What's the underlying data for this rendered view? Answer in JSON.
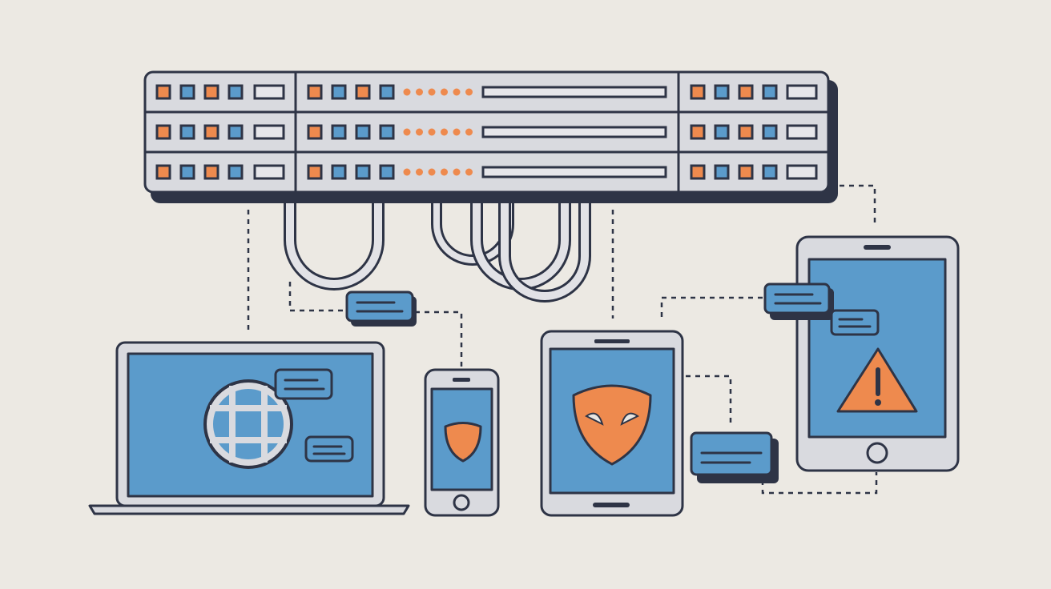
{
  "colors": {
    "background": "#ECE9E3",
    "outline": "#2E3446",
    "panel": "#D9DADF",
    "accent_orange": "#EE8A4E",
    "accent_blue": "#5B9BCB"
  },
  "server_rack": {
    "rows": [
      {
        "left_leds": [
          "orange",
          "blue",
          "orange",
          "blue"
        ],
        "middle_leds": [
          "orange",
          "blue",
          "orange",
          "blue"
        ],
        "right_leds": [
          "orange",
          "blue",
          "orange",
          "blue"
        ]
      },
      {
        "left_leds": [
          "orange",
          "blue",
          "orange",
          "blue"
        ],
        "middle_leds": [
          "orange",
          "blue",
          "blue",
          "blue"
        ],
        "right_leds": [
          "orange",
          "blue",
          "orange",
          "blue"
        ]
      },
      {
        "left_leds": [
          "orange",
          "blue",
          "orange",
          "blue"
        ],
        "middle_leds": [
          "orange",
          "blue",
          "blue",
          "blue"
        ],
        "right_leds": [
          "orange",
          "blue",
          "orange",
          "blue"
        ]
      }
    ]
  },
  "devices": [
    {
      "type": "laptop",
      "screen_icon": "globe-icon"
    },
    {
      "type": "phone",
      "screen_icon": "shield-icon"
    },
    {
      "type": "tablet",
      "screen_icon": "shield-icon"
    },
    {
      "type": "tablet",
      "screen_icon": "warning-icon"
    }
  ]
}
